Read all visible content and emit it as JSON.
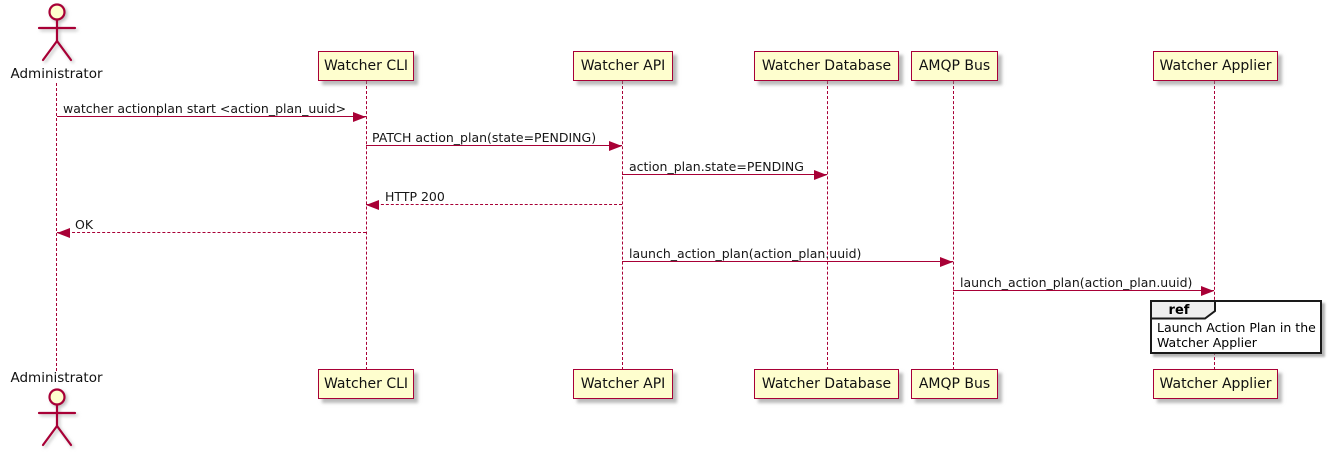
{
  "diagram": {
    "type": "sequence-diagram",
    "actor": {
      "name": "Administrator"
    },
    "participants": [
      {
        "name": "Watcher CLI"
      },
      {
        "name": "Watcher API"
      },
      {
        "name": "Watcher Database"
      },
      {
        "name": "AMQP Bus"
      },
      {
        "name": "Watcher Applier"
      }
    ],
    "messages": [
      {
        "from": "Administrator",
        "to": "Watcher CLI",
        "label": "watcher actionplan start <action_plan_uuid>",
        "style": "solid"
      },
      {
        "from": "Watcher CLI",
        "to": "Watcher API",
        "label": "PATCH action_plan(state=PENDING)",
        "style": "solid"
      },
      {
        "from": "Watcher API",
        "to": "Watcher Database",
        "label": "action_plan.state=PENDING",
        "style": "solid"
      },
      {
        "from": "Watcher API",
        "to": "Watcher CLI",
        "label": "HTTP 200",
        "style": "dashed"
      },
      {
        "from": "Watcher CLI",
        "to": "Administrator",
        "label": "OK",
        "style": "dashed"
      },
      {
        "from": "Watcher API",
        "to": "AMQP Bus",
        "label": "launch_action_plan(action_plan.uuid)",
        "style": "solid"
      },
      {
        "from": "AMQP Bus",
        "to": "Watcher Applier",
        "label": "launch_action_plan(action_plan.uuid)",
        "style": "solid"
      }
    ],
    "ref": {
      "keyword": "ref",
      "over": "Watcher Applier",
      "line1": "Launch Action Plan in the",
      "line2": "Watcher Applier"
    },
    "colors": {
      "line": "#A80036",
      "participant_fill": "#FEFECE",
      "text": "#000000",
      "ref_border": "#1A1A1A",
      "ref_keyword_bg": "#EEEEEE",
      "background": "#FFFFFF"
    }
  }
}
